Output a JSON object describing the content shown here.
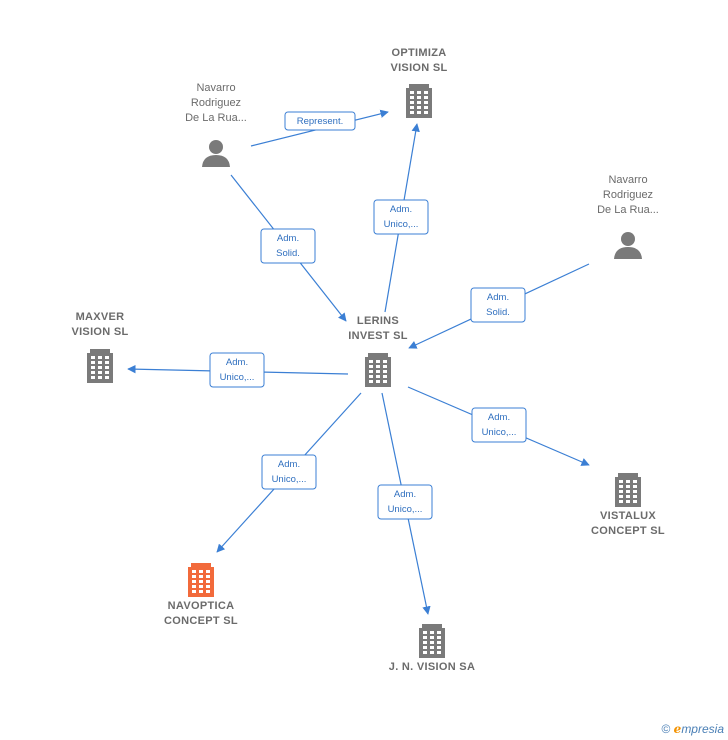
{
  "nodes": [
    {
      "id": "optimiza",
      "type": "company",
      "lines": [
        "OPTIMIZA",
        "VISION  SL"
      ],
      "color": "#7a7a7a"
    },
    {
      "id": "navarro1",
      "type": "person",
      "lines": [
        "Navarro",
        "Rodriguez",
        "De La Rua..."
      ],
      "color": "#7a7a7a"
    },
    {
      "id": "navarro2",
      "type": "person",
      "lines": [
        "Navarro",
        "Rodriguez",
        "De La Rua..."
      ],
      "color": "#7a7a7a"
    },
    {
      "id": "lerins",
      "type": "company",
      "lines": [
        "LERINS",
        "INVEST  SL"
      ],
      "color": "#7a7a7a"
    },
    {
      "id": "maxver",
      "type": "company",
      "lines": [
        "MAXVER",
        "VISION  SL"
      ],
      "color": "#7a7a7a"
    },
    {
      "id": "vistalux",
      "type": "company",
      "lines": [
        "VISTALUX",
        "CONCEPT  SL"
      ],
      "color": "#7a7a7a"
    },
    {
      "id": "navoptica",
      "type": "company",
      "lines": [
        "NAVOPTICA",
        "CONCEPT  SL"
      ],
      "color": "#f26a3b",
      "highlight": true
    },
    {
      "id": "jnvision",
      "type": "company",
      "lines": [
        "J. N. VISION SA"
      ],
      "color": "#7a7a7a"
    }
  ],
  "edges": [
    {
      "id": "e1",
      "from": "navarro1",
      "to": "optimiza",
      "label": [
        "Represent."
      ]
    },
    {
      "id": "e2",
      "from": "navarro1",
      "to": "lerins",
      "label": [
        "Adm.",
        "Solid."
      ]
    },
    {
      "id": "e3",
      "from": "lerins",
      "to": "optimiza",
      "label": [
        "Adm.",
        "Unico,..."
      ]
    },
    {
      "id": "e4",
      "from": "navarro2",
      "to": "lerins",
      "label": [
        "Adm.",
        "Solid."
      ]
    },
    {
      "id": "e5",
      "from": "lerins",
      "to": "maxver",
      "label": [
        "Adm.",
        "Unico,..."
      ]
    },
    {
      "id": "e6",
      "from": "lerins",
      "to": "vistalux",
      "label": [
        "Adm.",
        "Unico,..."
      ]
    },
    {
      "id": "e7",
      "from": "lerins",
      "to": "navoptica",
      "label": [
        "Adm.",
        "Unico,..."
      ]
    },
    {
      "id": "e8",
      "from": "lerins",
      "to": "jnvision",
      "label": [
        "Adm.",
        "Unico,..."
      ]
    }
  ],
  "colors": {
    "edge": "#3b7fd4",
    "node": "#7a7a7a",
    "highlight": "#f26a3b"
  },
  "watermark": {
    "copyright": "©",
    "brand_initial": "e",
    "brand_rest": "mpresia"
  }
}
